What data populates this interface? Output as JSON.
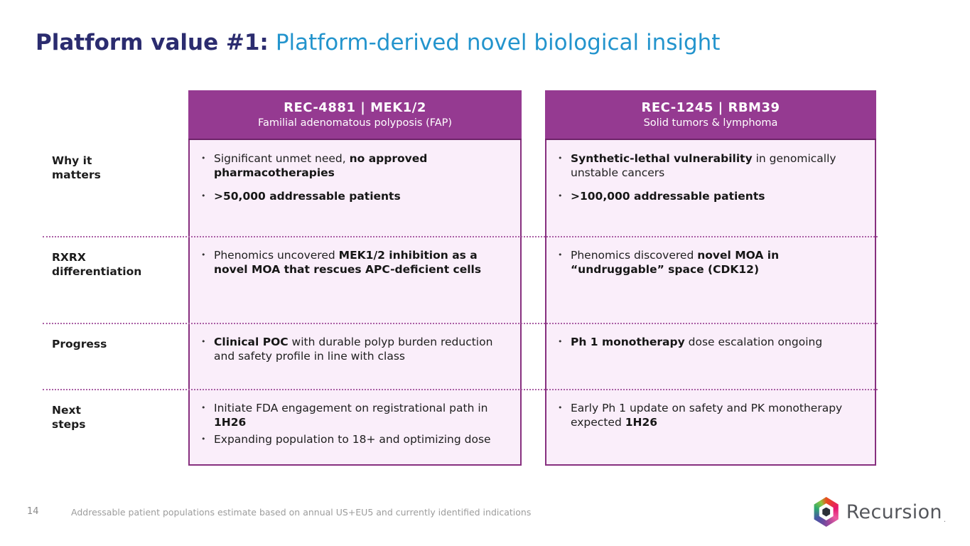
{
  "title": {
    "emphasis": "Platform value #1:",
    "rest": "Platform-derived novel biological insight"
  },
  "colors": {
    "title_navy": "#2b2c6f",
    "title_blue": "#2394cd",
    "header_purple": "#953a91",
    "cell_border_purple": "#87307f",
    "cell_background_pink": "#faeefa",
    "separator_dotted_purple": "#aa5fa5",
    "body_text": "#202020",
    "footer_gray": "#9c9c9c"
  },
  "table": {
    "row_labels": [
      "Why it\nmatters",
      "RXRX\ndifferentiation",
      "Progress",
      "Next\nsteps"
    ],
    "columns": [
      {
        "header": {
          "title": "REC-4881 | MEK1/2",
          "subtitle": "Familial adenomatous polyposis (FAP)"
        },
        "rows": [
          {
            "bullets": [
              [
                {
                  "t": "Significant unmet need, "
                },
                {
                  "t": "no approved pharmacotherapies",
                  "b": true
                }
              ],
              [
                {
                  "t": ">50,000 addressable patients",
                  "b": true
                }
              ]
            ]
          },
          {
            "bullets": [
              [
                {
                  "t": "Phenomics uncovered "
                },
                {
                  "t": "MEK1/2 inhibition as a novel MOA that rescues APC-deficient cells",
                  "b": true
                }
              ]
            ]
          },
          {
            "bullets": [
              [
                {
                  "t": "Clinical POC",
                  "b": true
                },
                {
                  "t": " with durable polyp burden reduction and safety profile in line with class"
                }
              ]
            ]
          },
          {
            "bullets": [
              [
                {
                  "t": "Initiate FDA engagement on registrational path in "
                },
                {
                  "t": "1H26",
                  "b": true
                }
              ],
              [
                {
                  "t": "Expanding population to 18+ and optimizing dose"
                }
              ]
            ]
          }
        ]
      },
      {
        "header": {
          "title": "REC-1245 | RBM39",
          "subtitle": "Solid tumors & lymphoma"
        },
        "rows": [
          {
            "bullets": [
              [
                {
                  "t": "Synthetic-lethal vulnerability",
                  "b": true
                },
                {
                  "t": " in genomically unstable cancers"
                }
              ],
              [
                {
                  "t": ">100,000 addressable patients",
                  "b": true
                }
              ]
            ]
          },
          {
            "bullets": [
              [
                {
                  "t": "Phenomics discovered "
                },
                {
                  "t": "novel MOA in “undruggable” space (CDK12)",
                  "b": true
                }
              ]
            ]
          },
          {
            "bullets": [
              [
                {
                  "t": "Ph 1 monotherapy",
                  "b": true
                },
                {
                  "t": " dose escalation ongoing"
                }
              ]
            ]
          },
          {
            "bullets": [
              [
                {
                  "t": "Early Ph 1 update on safety and PK monotherapy expected "
                },
                {
                  "t": "1H26",
                  "b": true
                }
              ]
            ]
          }
        ]
      }
    ]
  },
  "footer": {
    "page_number": "14",
    "footnote": "Addressable patient populations estimate based on annual US+EU5 and currently identified indications",
    "logo_text": "Recursion",
    "logo_mark": "."
  }
}
